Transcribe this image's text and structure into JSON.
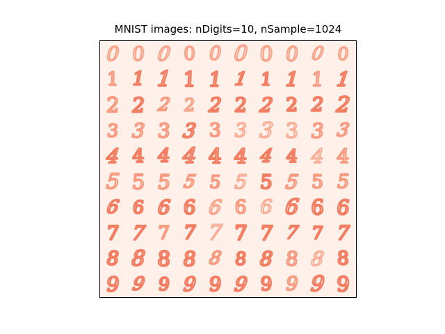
{
  "title": "MNIST images: nDigits=10, nSample=1024",
  "colors": {
    "background": "#fff0ea",
    "stroke_light": "#fbb39b",
    "stroke_mid": "#f5896a",
    "stroke_dark": "#ef6548",
    "frame": "#000000"
  },
  "chart_data": {
    "type": "heatmap",
    "title": "MNIST images: nDigits=10, nSample=1024",
    "rows": 10,
    "cols": 10,
    "digits": [
      0,
      1,
      2,
      3,
      4,
      5,
      6,
      7,
      8,
      9
    ],
    "grid_labels": [
      [
        "0",
        "0",
        "0",
        "0",
        "0",
        "0",
        "0",
        "0",
        "0",
        "0"
      ],
      [
        "1",
        "1",
        "1",
        "1",
        "1",
        "1",
        "1",
        "1",
        "1",
        "1"
      ],
      [
        "2",
        "2",
        "2",
        "2",
        "2",
        "2",
        "2",
        "2",
        "2",
        "2"
      ],
      [
        "3",
        "3",
        "3",
        "3",
        "3",
        "3",
        "3",
        "3",
        "3",
        "3"
      ],
      [
        "4",
        "4",
        "4",
        "4",
        "4",
        "4",
        "4",
        "4",
        "4",
        "4"
      ],
      [
        "5",
        "5",
        "5",
        "5",
        "5",
        "5",
        "5",
        "5",
        "5",
        "5"
      ],
      [
        "6",
        "6",
        "6",
        "6",
        "6",
        "6",
        "6",
        "6",
        "6",
        "6"
      ],
      [
        "7",
        "7",
        "7",
        "7",
        "7",
        "7",
        "7",
        "7",
        "7",
        "7"
      ],
      [
        "8",
        "8",
        "8",
        "8",
        "8",
        "8",
        "8",
        "8",
        "8",
        "8"
      ],
      [
        "9",
        "9",
        "9",
        "9",
        "9",
        "9",
        "9",
        "9",
        "9",
        "9"
      ]
    ],
    "intensity": [
      [
        0.45,
        0.45,
        0.45,
        0.45,
        0.45,
        0.45,
        0.45,
        0.45,
        0.45,
        0.45
      ],
      [
        0.55,
        0.8,
        0.8,
        0.8,
        0.8,
        0.8,
        0.8,
        0.8,
        0.55,
        0.8
      ],
      [
        0.55,
        0.8,
        0.55,
        0.45,
        0.8,
        0.8,
        0.8,
        0.8,
        0.8,
        0.8
      ],
      [
        0.55,
        0.55,
        0.55,
        0.8,
        0.55,
        0.35,
        0.35,
        0.35,
        0.55,
        0.55
      ],
      [
        0.8,
        0.8,
        0.8,
        0.8,
        0.8,
        0.8,
        0.8,
        0.8,
        0.35,
        0.55
      ],
      [
        0.55,
        0.55,
        0.55,
        0.55,
        0.55,
        0.35,
        0.8,
        0.55,
        0.55,
        0.55
      ],
      [
        0.8,
        0.8,
        0.8,
        0.8,
        0.45,
        0.55,
        0.35,
        0.8,
        0.8,
        0.8
      ],
      [
        0.8,
        0.8,
        0.55,
        0.8,
        0.35,
        0.8,
        0.8,
        0.8,
        0.8,
        0.8
      ],
      [
        0.8,
        0.8,
        0.8,
        0.8,
        0.55,
        0.8,
        0.8,
        0.55,
        0.35,
        0.8
      ],
      [
        0.8,
        0.8,
        0.8,
        0.8,
        0.8,
        0.8,
        0.8,
        0.55,
        0.8,
        0.8
      ]
    ],
    "grid": false,
    "axes_visible": false
  }
}
